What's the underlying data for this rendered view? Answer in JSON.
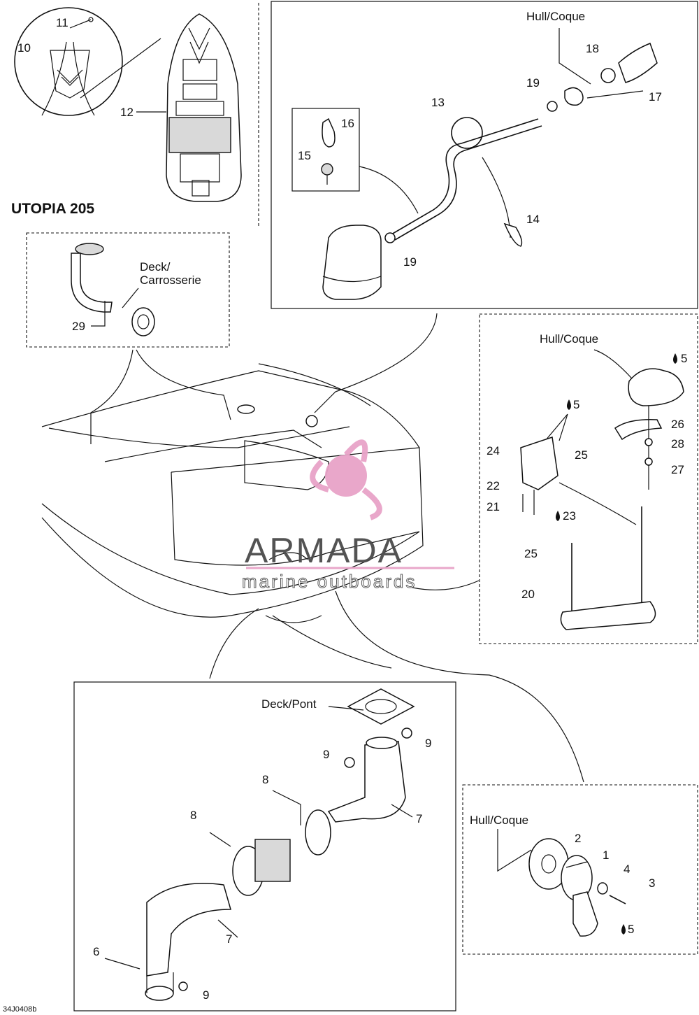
{
  "model_title": "UTOPIA 205",
  "drawing_code": "34J0408b",
  "watermark": {
    "brand": "ARMADA",
    "tagline": "marine outboards",
    "accent_color": "#e8a3c8"
  },
  "labels": {
    "hull_top": "Hull/Coque",
    "hull_right": "Hull/Coque",
    "hull_bottom": "Hull/Coque",
    "deck_line1": "Deck/",
    "deck_line2": "Carrosserie",
    "deck_pont": "Deck/Pont"
  },
  "sealant": {
    "s5_a": "5",
    "s5_b": "5",
    "s23": "23",
    "s5_c": "5"
  },
  "callouts": {
    "c1": "1",
    "c2": "2",
    "c3": "3",
    "c4": "4",
    "c6": "6",
    "c7a": "7",
    "c7b": "7",
    "c8a": "8",
    "c8b": "8",
    "c9a": "9",
    "c9b": "9",
    "c9c": "9",
    "c10": "10",
    "c11": "11",
    "c12": "12",
    "c13": "13",
    "c14": "14",
    "c15": "15",
    "c16": "16",
    "c17": "17",
    "c18": "18",
    "c19a": "19",
    "c19b": "19",
    "c20": "20",
    "c21": "21",
    "c22": "22",
    "c24": "24",
    "c25a": "25",
    "c25b": "25",
    "c26": "26",
    "c27": "27",
    "c28": "28",
    "c29": "29"
  },
  "colors": {
    "line": "#111111",
    "background": "#ffffff"
  }
}
